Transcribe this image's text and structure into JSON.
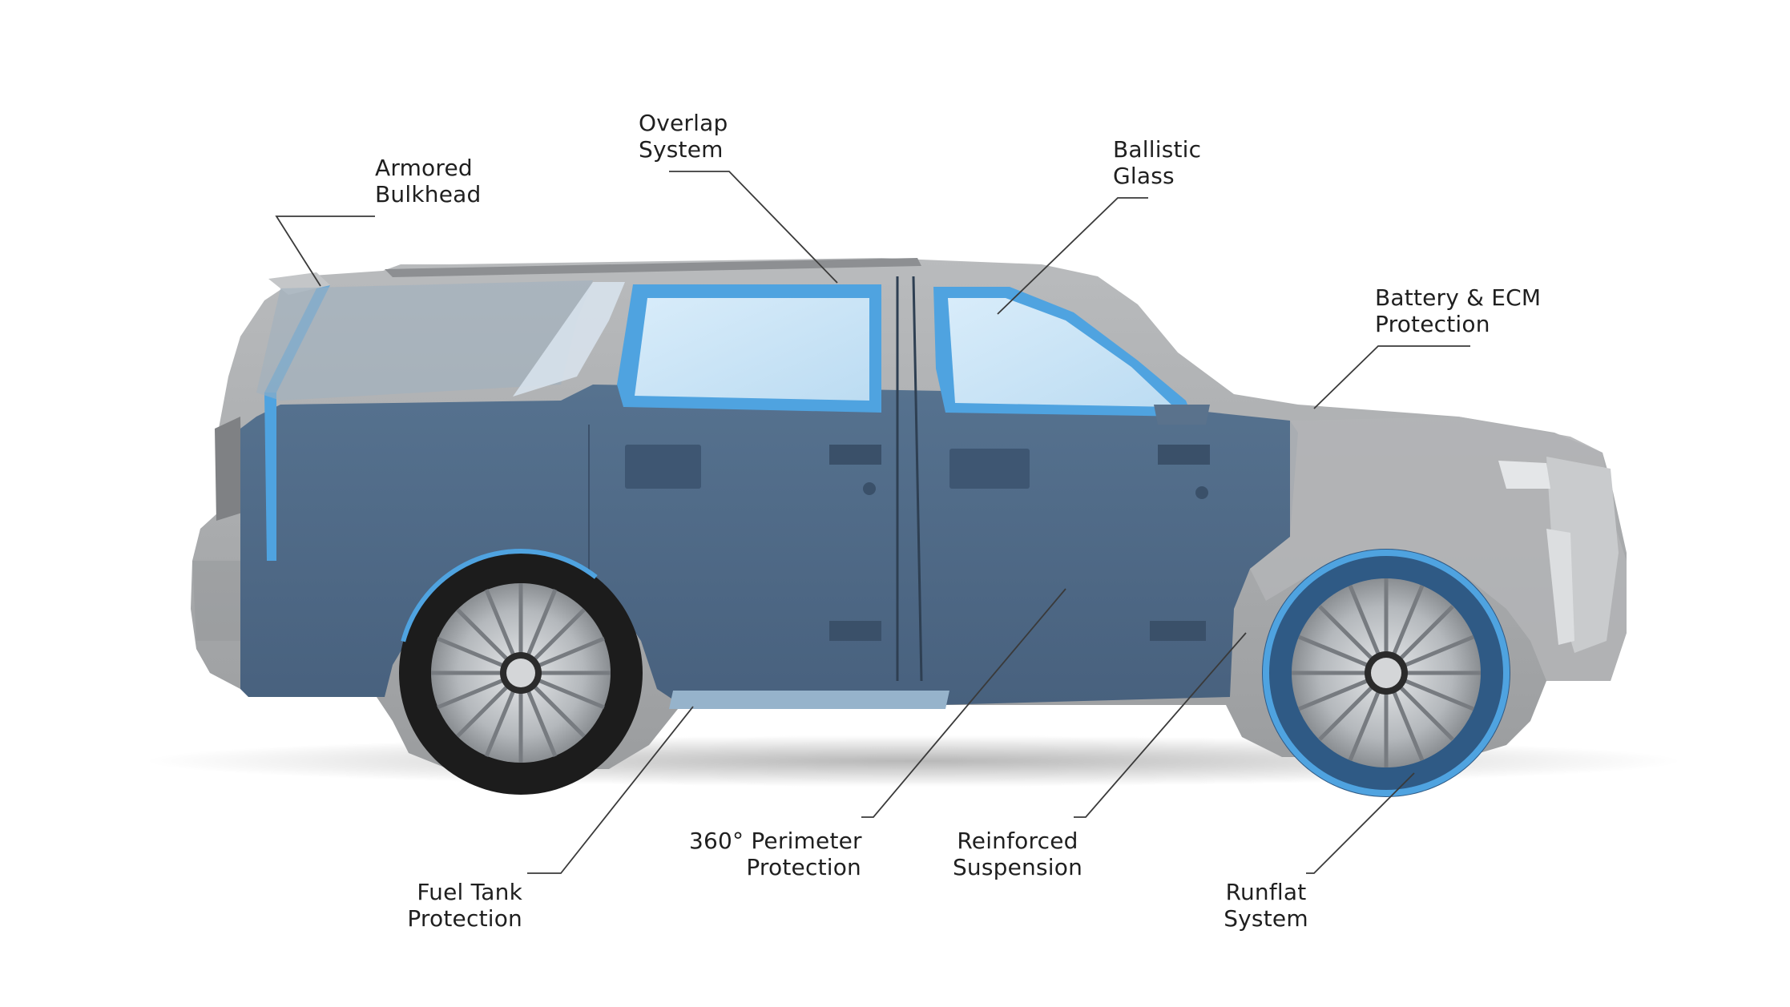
{
  "callouts": {
    "armored_bulkhead": {
      "line1": "Armored",
      "line2": "Bulkhead"
    },
    "overlap_system": {
      "line1": "Overlap",
      "line2": "System"
    },
    "ballistic_glass": {
      "line1": "Ballistic",
      "line2": "Glass"
    },
    "battery_ecm": {
      "line1": "Battery & ECM",
      "line2": "Protection"
    },
    "fuel_tank": {
      "line1": "Fuel Tank",
      "line2": "Protection"
    },
    "perimeter": {
      "line1": "360° Perimeter",
      "line2": "Protection"
    },
    "suspension": {
      "line1": "Reinforced",
      "line2": "Suspension"
    },
    "runflat": {
      "line1": "Runflat",
      "line2": "System"
    }
  },
  "colors": {
    "armor_panel": "#4d6a8a",
    "armor_highlight": "#4fa3e0",
    "glass": "#cfe6f7",
    "body_grey": "#a9abad",
    "leader_line": "#3a3a3a"
  }
}
